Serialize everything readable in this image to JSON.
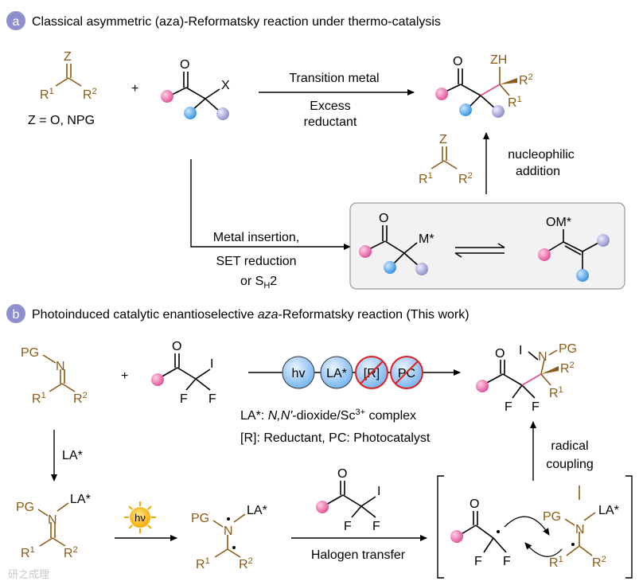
{
  "section_a": {
    "badge": "a",
    "title": "Classical asymmetric (aza)-Reformatsky reaction under thermo-catalysis",
    "carbonyl_Z": "Z",
    "carbonyl_eq": "Z = O, NPG",
    "plus": "+",
    "halide_X": "X",
    "arrow_top_line": "Transition metal",
    "arrow_bottom_1": "Excess",
    "arrow_bottom_2": "reductant",
    "product_ZH": "ZH",
    "nucleophilic_1": "nucleophilic",
    "nucleophilic_2": "addition",
    "metal_insertion_1": "Metal insertion,",
    "metal_insertion_2": "SET reduction",
    "metal_insertion_3": "or S",
    "metal_insertion_3_sub": "H",
    "metal_insertion_3_end": "2",
    "enolate_M": "M*",
    "enolate_OM": "OM*"
  },
  "section_b": {
    "badge": "b",
    "title": "Photoinduced catalytic enantioselective aza-Reformatsky reaction (This work)",
    "imine_PG": "PG",
    "imine_N": "N",
    "plus": "+",
    "iodo_I": "I",
    "F": "F",
    "circles": [
      "hv",
      "LA*",
      "[R]",
      "PC"
    ],
    "la_line_prefix": "LA*: ",
    "la_line_italic": "N,N'",
    "la_line_mid": "-dioxide/Sc",
    "la_line_sup": "3+",
    "la_line_end": " complex",
    "r_line": "[R]: Reductant, PC: Photocatalyst",
    "product_I": "I",
    "product_PG": "PG",
    "la_arrow": "LA*",
    "hv_sun": "hν",
    "halogen_transfer": "Halogen transfer",
    "radical_1": "radical",
    "radical_2": "coupling",
    "LA": "LA*"
  },
  "watermark": "研之成理",
  "colors": {
    "brown": "#8b5a14",
    "pink": "#e04d95",
    "blue": "#2d8fe0",
    "lavender": "#9a9ad0",
    "badge": "#8f8fd0",
    "red": "#e02020",
    "sun": "#f5a800"
  }
}
